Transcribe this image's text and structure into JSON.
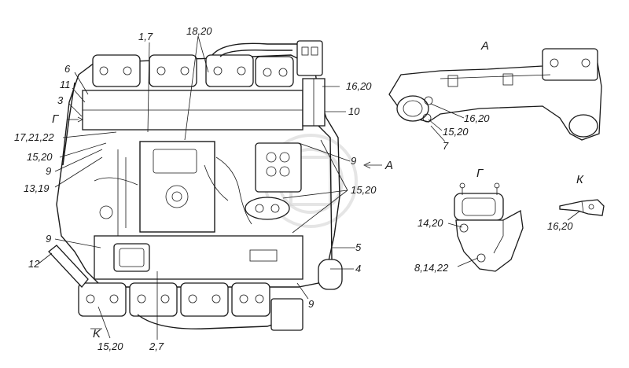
{
  "callouts": {
    "c_1_7": "1,7",
    "c_18_20": "18,20",
    "c_6": "6",
    "c_11": "11",
    "c_3": "3",
    "c_G_left": "Г",
    "c_17_21_22": "17,21,22",
    "c_15_20_left": "15,20",
    "c_9_left": "9",
    "c_13_19": "13,19",
    "c_16_20_top": "16,20",
    "c_10": "10",
    "c_9_right_top": "9",
    "c_A_arrow": "A",
    "c_15_20_mid": "15,20",
    "c_9_lower_left": "9",
    "c_12": "12",
    "c_5": "5",
    "c_4": "4",
    "c_9_lower_right": "9",
    "c_K_bottom": "K",
    "c_15_20_bottom": "15,20",
    "c_2_7": "2,7"
  },
  "view_A": {
    "title": "A",
    "c_16_20": "16,20",
    "c_15_20": "15,20",
    "c_7": "7"
  },
  "view_G": {
    "title": "Г",
    "c_14_20": "14,20",
    "c_8_14_22": "8,14,22"
  },
  "view_K": {
    "title": "К",
    "c_16_20": "16,20"
  }
}
